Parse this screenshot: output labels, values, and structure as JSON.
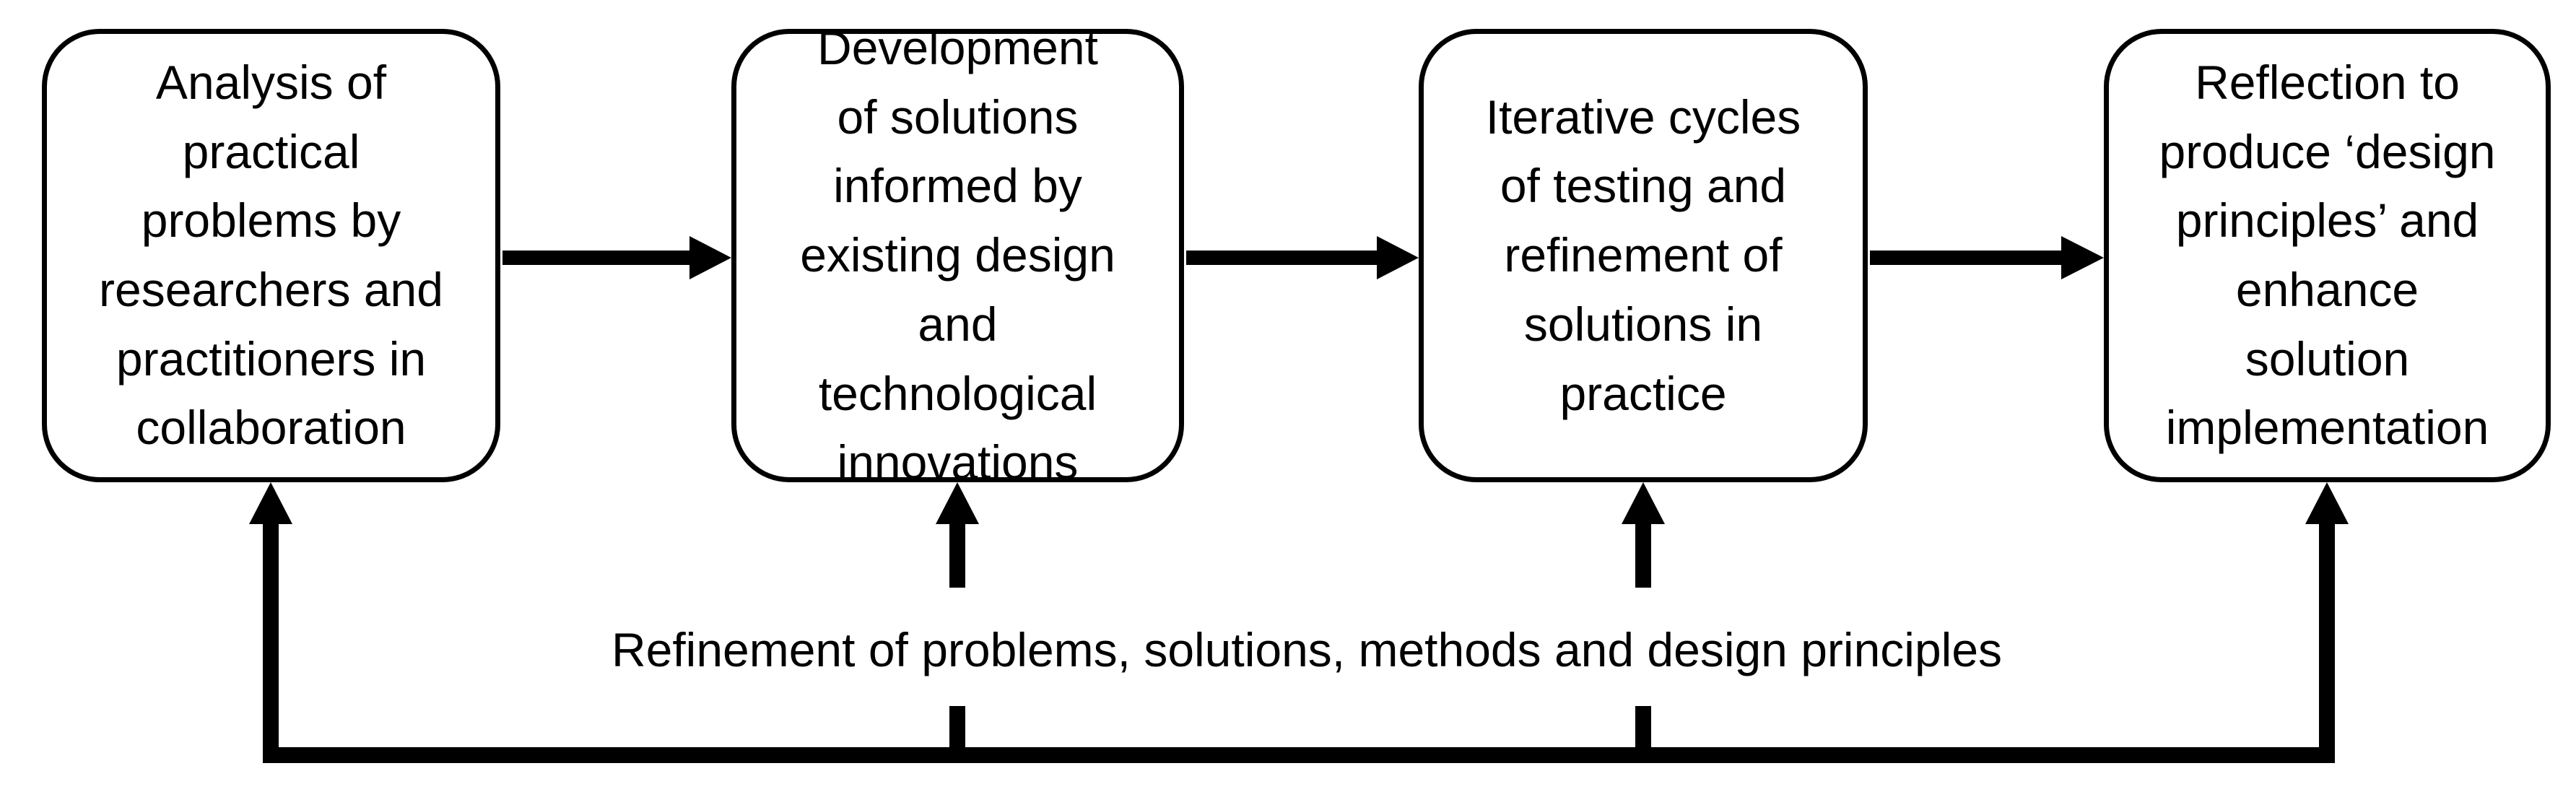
{
  "diagram": {
    "colors": {
      "background": "#ffffff",
      "line": "#000000",
      "text": "#000000"
    },
    "boxes": [
      {
        "id": "analysis",
        "text": "Analysis of\npractical\nproblems by\nresearchers and\npractitioners in\ncollaboration"
      },
      {
        "id": "development",
        "text": "Development\nof solutions\ninformed by\nexisting design\nand\ntechnological\ninnovations"
      },
      {
        "id": "iteration",
        "text": "Iterative cycles\nof testing and\nrefinement of\nsolutions in\npractice"
      },
      {
        "id": "reflection",
        "text": "Reflection to\nproduce ‘design\nprinciples’ and\nenhance\nsolution\nimplementation"
      }
    ],
    "feedback_label": "Refinement of problems, solutions, methods and design principles"
  }
}
